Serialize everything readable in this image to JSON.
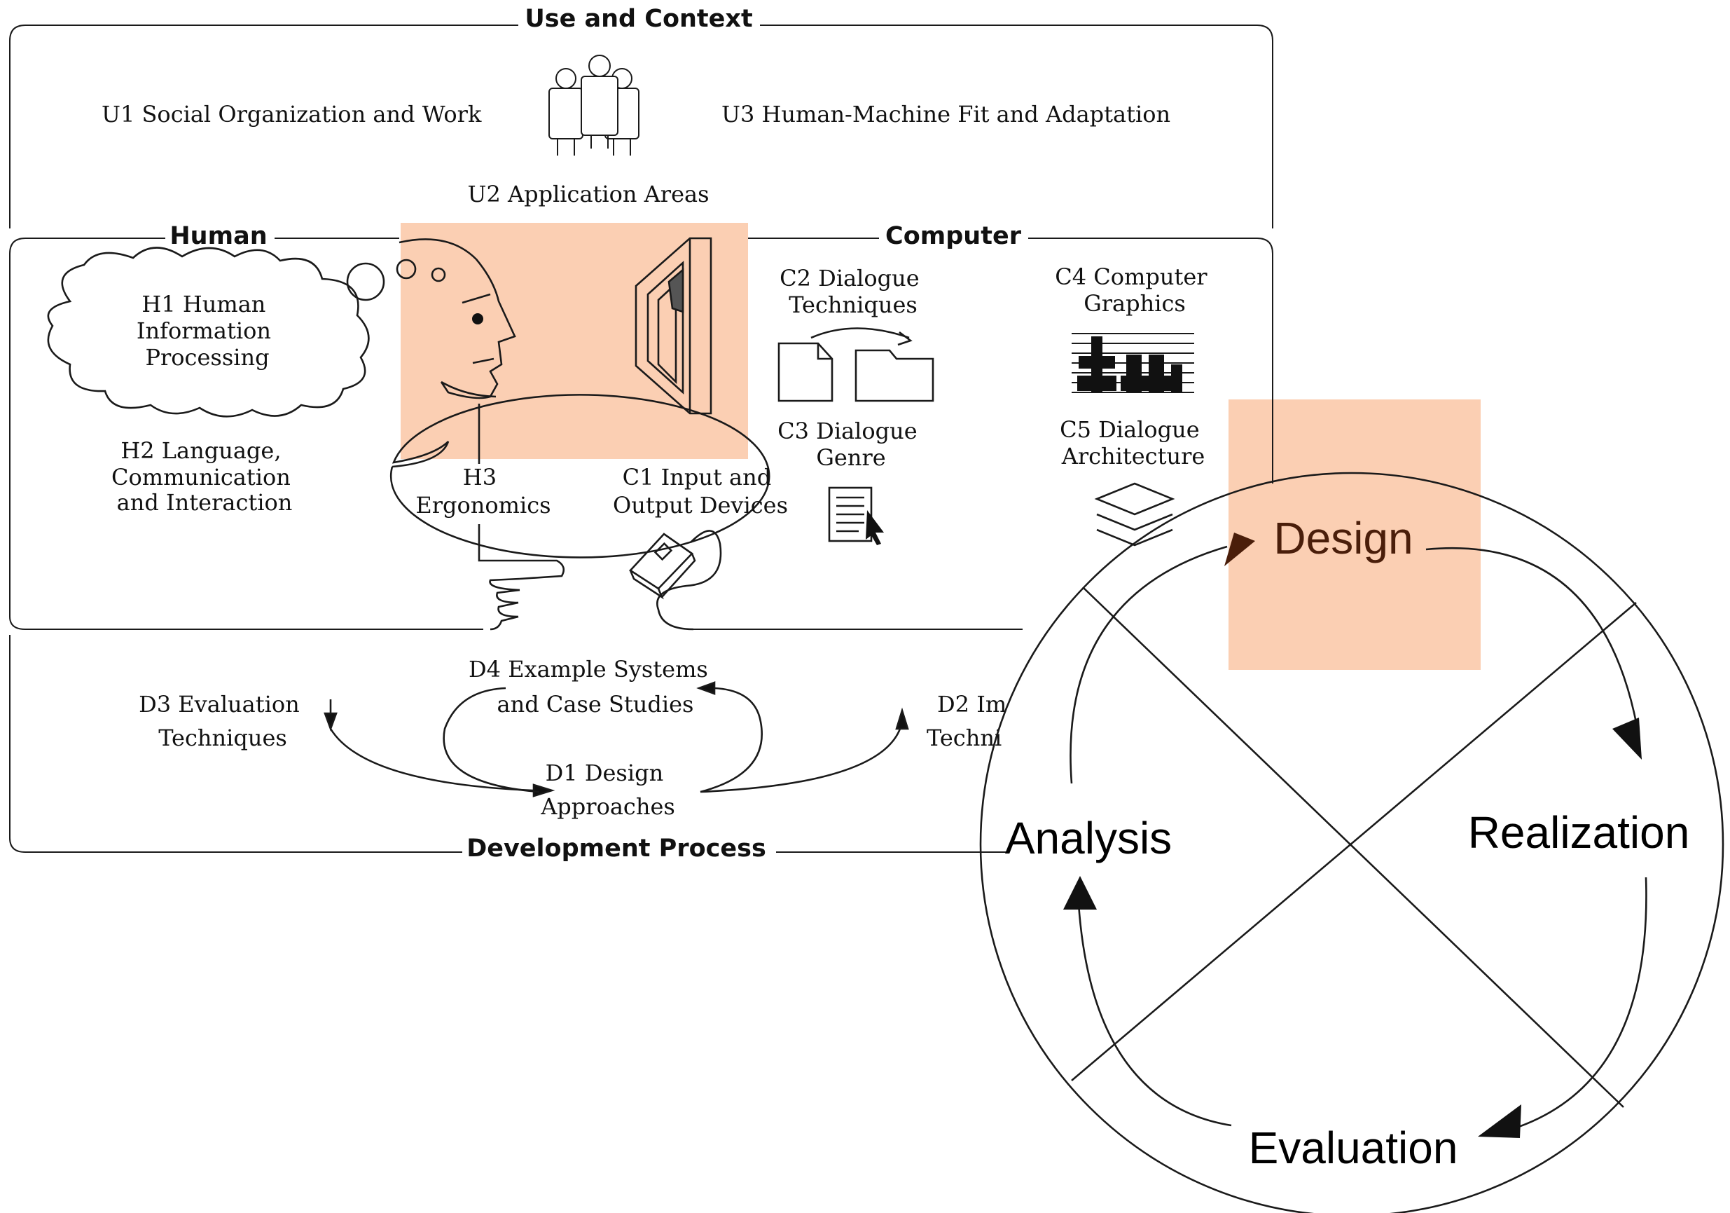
{
  "sections": {
    "use_context": "Use and Context",
    "human": "Human",
    "computer": "Computer",
    "development": "Development Process"
  },
  "use_context_items": {
    "u1": "U1 Social Organization and Work",
    "u2": "U2 Application Areas",
    "u3": "U3 Human-Machine Fit and Adaptation"
  },
  "human_items": {
    "h1": [
      "H1 Human",
      "Information",
      "Processing"
    ],
    "h2": [
      "H2 Language,",
      "Communication",
      "and Interaction"
    ],
    "h3": [
      "H3",
      "Ergonomics"
    ]
  },
  "computer_items": {
    "c1": [
      "C1 Input and",
      "Output Devices"
    ],
    "c2": [
      "C2 Dialogue",
      "Techniques"
    ],
    "c3": [
      "C3 Dialogue",
      "Genre"
    ],
    "c4": [
      "C4 Computer",
      "Graphics"
    ],
    "c5": [
      "C5 Dialogue",
      "Architecture"
    ]
  },
  "development_items": {
    "d1": [
      "D1 Design",
      "Approaches"
    ],
    "d2": [
      "D2 Im",
      "Techni"
    ],
    "d3": [
      "D3 Evaluation",
      "Techniques"
    ],
    "d4": [
      "D4 Example Systems",
      "and Case Studies"
    ]
  },
  "cycle": {
    "phases": [
      "Design",
      "Realization",
      "Evaluation",
      "Analysis"
    ]
  },
  "colors": {
    "highlight": "#fbcfb3",
    "design_text": "#4a1e0a",
    "design_arrowhead": "#4a1e0a",
    "line": "#1a1a1a"
  },
  "icons": [
    "people-icon",
    "thought-cloud-icon",
    "speech-bubble-icon",
    "head-profile-icon",
    "monitor-icon",
    "document-icon",
    "folder-icon",
    "graphics-bars-icon",
    "text-page-cursor-icon",
    "layers-icon",
    "pointing-hand-icon",
    "mouse-icon"
  ]
}
